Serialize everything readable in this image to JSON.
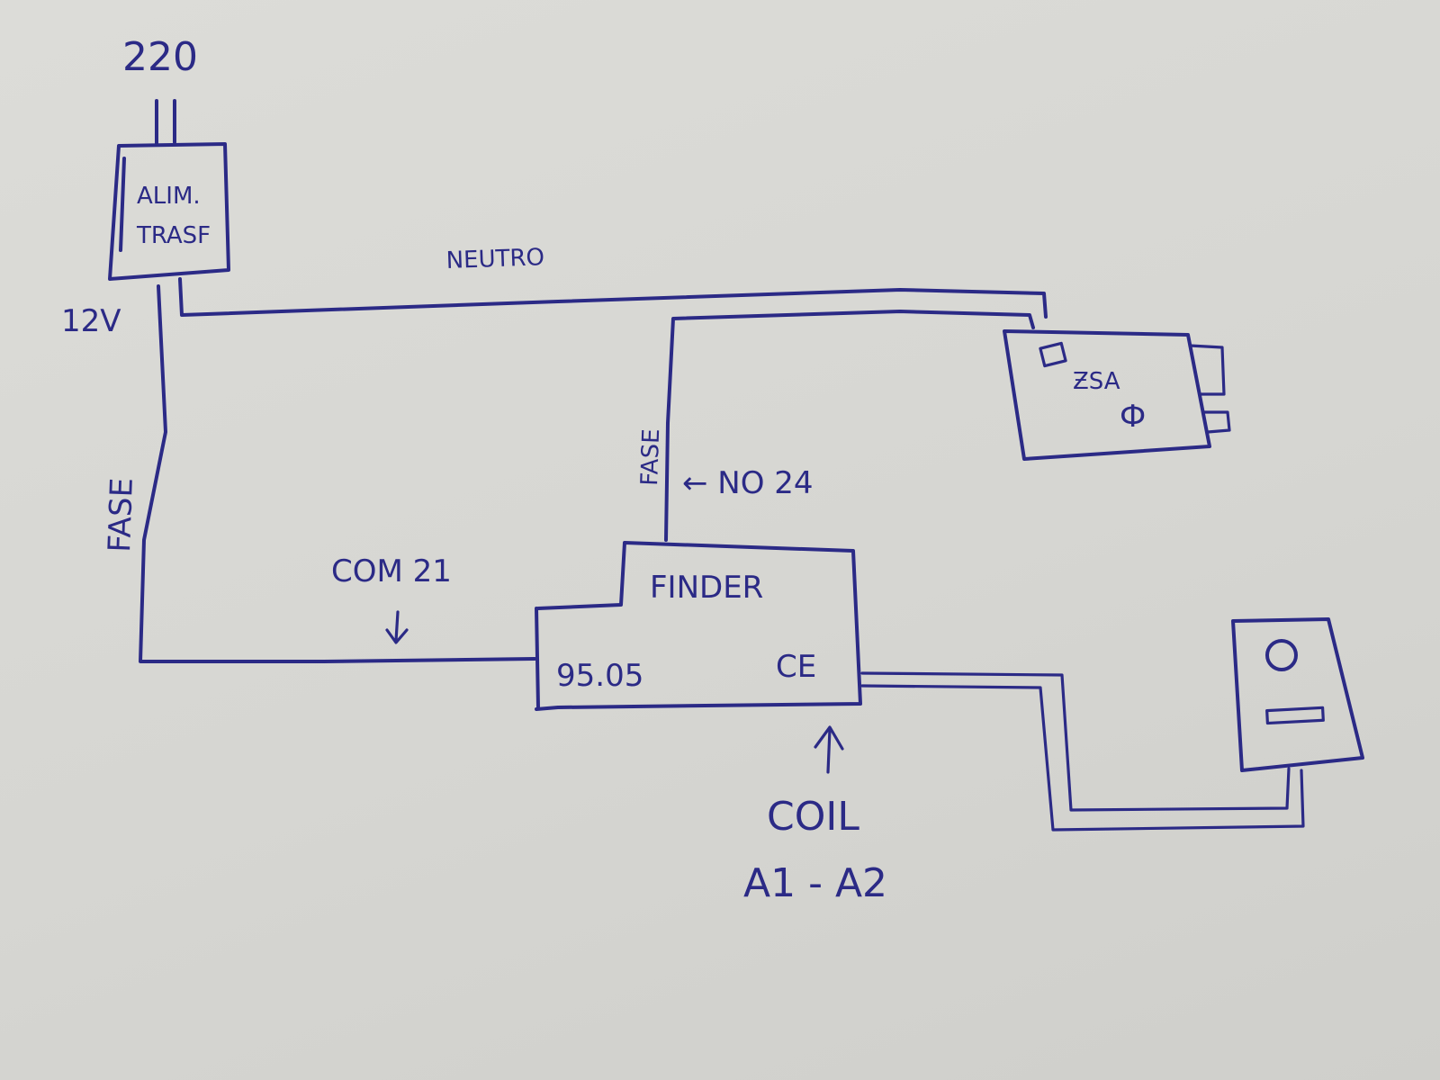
{
  "labels": {
    "supply": "220",
    "transformer_line1": "ALIM.",
    "transformer_line2": "TRASF",
    "low_voltage": "12V",
    "neutral": "NEUTRO",
    "phase_left": "FASE",
    "phase_mid": "FASE",
    "no_terminal": "← NO 24",
    "com_terminal": "COM 21",
    "relay_brand": "FINDER",
    "relay_model": "95.05",
    "relay_ce": "CE",
    "coil": "COIL",
    "coil_terminals": "A1 - A2",
    "lock": "ƵSA",
    "lock_symbol": "Ф"
  },
  "colors": {
    "ink": "#2b2a86",
    "paper": "#d8d8d4"
  }
}
